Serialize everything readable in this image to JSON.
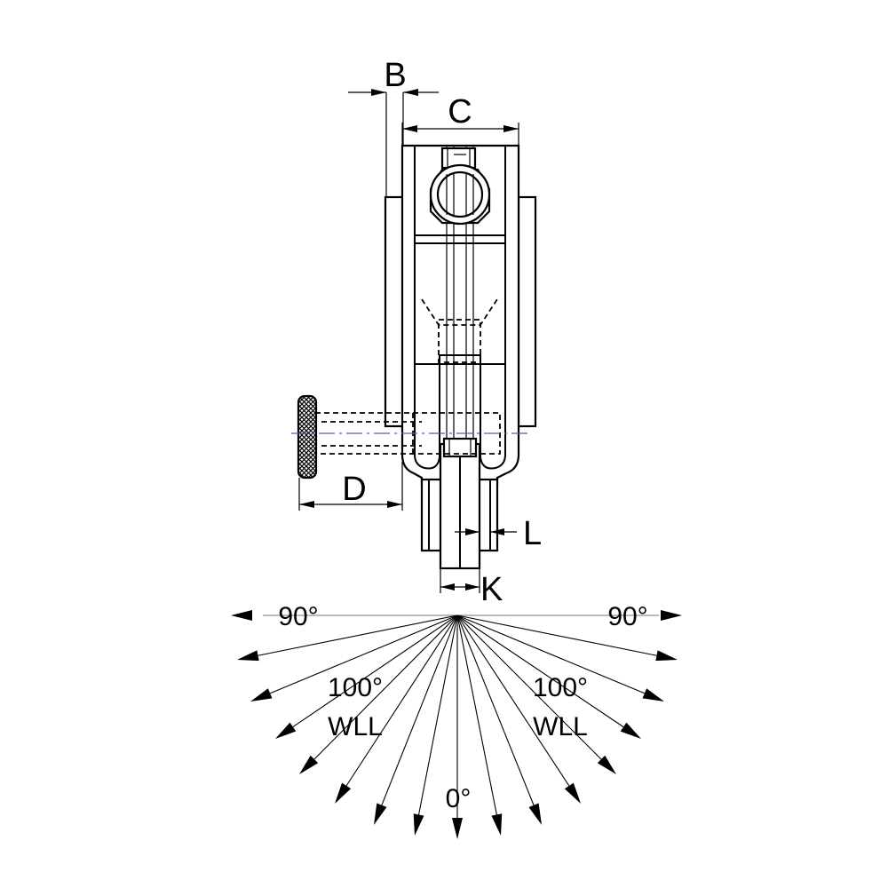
{
  "dimensions": {
    "b": "B",
    "c": "C",
    "d": "D",
    "l": "L",
    "k": "K"
  },
  "angles": {
    "left_90": "90°",
    "right_90": "90°",
    "left_100": "100°",
    "left_wll": "WLL",
    "right_100": "100°",
    "right_wll": "WLL",
    "bottom_0": "0°"
  }
}
